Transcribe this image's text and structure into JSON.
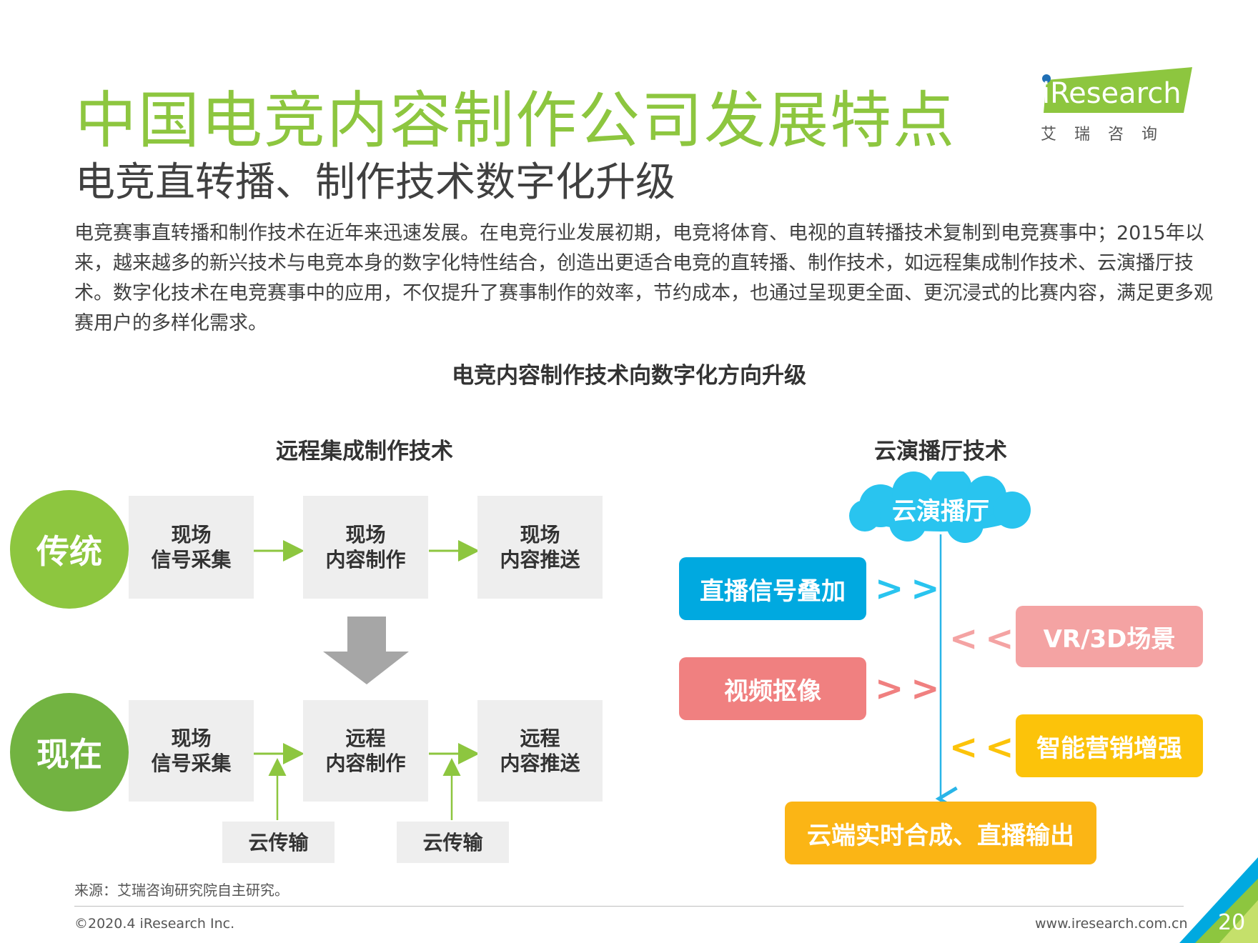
{
  "header": {
    "title": "中国电竞内容制作公司发展特点",
    "subtitle": "电竞直转播、制作技术数字化升级",
    "logo_text": "iResearch",
    "logo_cn": "艾瑞咨询"
  },
  "intro": "电竞赛事直转播和制作技术在近年来迅速发展。在电竞行业发展初期，电竞将体育、电视的直转播技术复制到电竞赛事中；2015年以来，越来越多的新兴技术与电竞本身的数字化特性结合，创造出更适合电竞的直转播、制作技术，如远程集成制作技术、云演播厅技术。数字化技术在电竞赛事中的应用，不仅提升了赛事制作的效率，节约成本，也通过呈现更全面、更沉浸式的比赛内容，满足更多观赛用户的多样化需求。",
  "diagram_title": "电竞内容制作技术向数字化方向升级",
  "left": {
    "title": "远程集成制作技术",
    "traditional": {
      "label": "传统",
      "steps": [
        {
          "line1": "现场",
          "line2": "信号采集"
        },
        {
          "line1": "现场",
          "line2": "内容制作"
        },
        {
          "line1": "现场",
          "line2": "内容推送"
        }
      ]
    },
    "now": {
      "label": "现在",
      "steps": [
        {
          "line1": "现场",
          "line2": "信号采集"
        },
        {
          "line1": "远程",
          "line2": "内容制作"
        },
        {
          "line1": "远程",
          "line2": "内容推送"
        }
      ],
      "cloud_1": "云传输",
      "cloud_2": "云传输"
    }
  },
  "right": {
    "title": "云演播厅技术",
    "cloud": "云演播厅",
    "live_overlay": "直播信号叠加",
    "video_keying": "视频抠像",
    "vr_scene": "VR/3D场景",
    "smart_marketing": "智能营销增强",
    "output": "云端实时合成、直播输出",
    "chevron_in": ">>",
    "chevron_out": "<<"
  },
  "colors": {
    "green": "#8dc63f",
    "blue": "#00a9e0",
    "cloud_blue": "#29c4ef",
    "pink": "#f08080",
    "light_pink": "#f4a3a3",
    "yellow": "#fcc30a",
    "orange": "#fbb515"
  },
  "footer": {
    "source": "来源：艾瑞咨询研究院自主研究。",
    "copyright": "©2020.4 iResearch Inc.",
    "website": "www.iresearch.com.cn",
    "page": "20"
  }
}
